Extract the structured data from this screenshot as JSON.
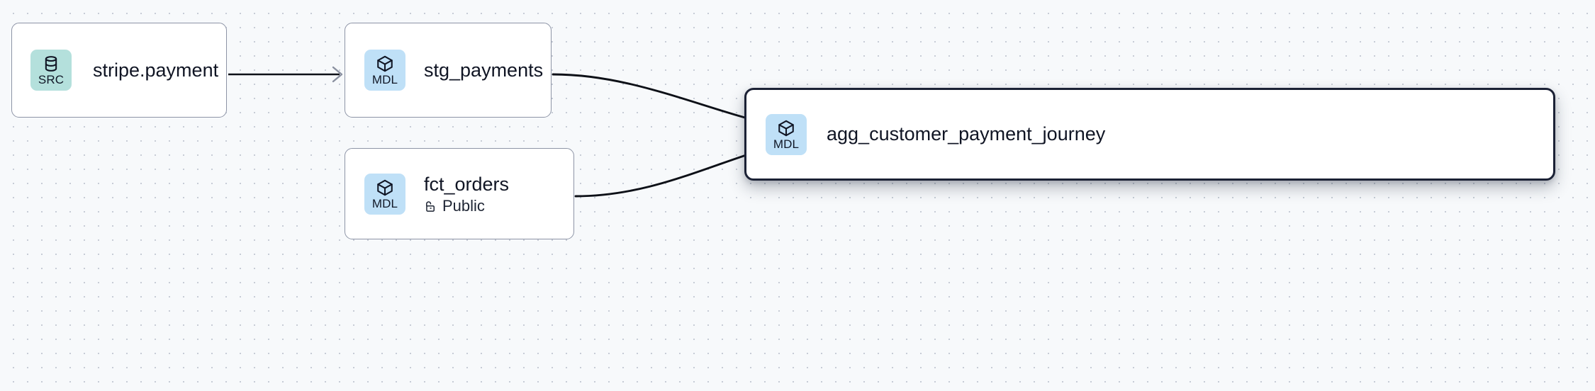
{
  "graph": {
    "background_color": "#f7f9fb",
    "grid_dot_color": "#c7ccd6",
    "edge_color": "#0d1017",
    "arrowhead_color": "#8a90a0",
    "selected_border_color": "#1b2135",
    "node_border_color": "#8d94a6",
    "nodes": [
      {
        "id": "stripe-payment",
        "title": "stripe.payment",
        "badge_label": "SRC",
        "badge_icon": "database-icon",
        "badge_color": "#b4e0dc",
        "selected": false,
        "subtitle": null,
        "subtitle_icon": null
      },
      {
        "id": "stg-payments",
        "title": "stg_payments",
        "badge_label": "MDL",
        "badge_icon": "cube-icon",
        "badge_color": "#bfe0f7",
        "selected": false,
        "subtitle": null,
        "subtitle_icon": null
      },
      {
        "id": "fct-orders",
        "title": "fct_orders",
        "badge_label": "MDL",
        "badge_icon": "cube-icon",
        "badge_color": "#bfe0f7",
        "selected": false,
        "subtitle": "Public",
        "subtitle_icon": "unlock-icon"
      },
      {
        "id": "agg-customer-payment-journey",
        "title": "agg_customer_payment_journey",
        "badge_label": "MDL",
        "badge_icon": "cube-icon",
        "badge_color": "#bfe0f7",
        "selected": true,
        "subtitle": null,
        "subtitle_icon": null
      }
    ],
    "edges": [
      {
        "id": "edge-stripe-to-stg",
        "from": "stripe-payment",
        "to": "stg-payments",
        "style": "straight"
      },
      {
        "id": "edge-stg-to-agg",
        "from": "stg-payments",
        "to": "agg-customer-payment-journey",
        "style": "bezier"
      },
      {
        "id": "edge-fct-to-agg",
        "from": "fct-orders",
        "to": "agg-customer-payment-journey",
        "style": "bezier"
      }
    ]
  }
}
